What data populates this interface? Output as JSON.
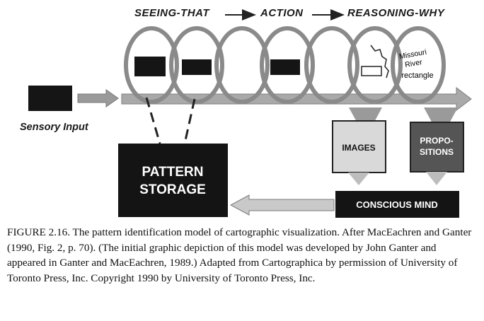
{
  "diagram": {
    "stages": [
      "SEEING-THAT",
      "ACTION",
      "REASONING-WHY"
    ],
    "sensory_input": "Sensory Input",
    "loop_text": [
      "Missouri",
      "River",
      "rectangle"
    ],
    "images_box": "IMAGES",
    "propositions_box": [
      "PROPO-",
      "SITIONS"
    ],
    "pattern_storage": [
      "PATTERN",
      "STORAGE"
    ],
    "conscious_mind": "CONSCIOUS MIND"
  },
  "caption": {
    "figure_label": "FIGURE 2.16.",
    "text": " The pattern identification model of cartographic visualization. After MacEachren and Ganter (1990, Fig. 2, p. 70). (The initial graphic depiction of this model was developed by John Ganter and appeared in Ganter and MacEachren, 1989.) Adapted from Cartographica by permission of University of Toronto Press, Inc. Copyright 1990 by University of Toronto Press, Inc."
  },
  "colors": {
    "dark_box": "#141414",
    "images_box": "#d9d9d9",
    "propositions_box": "#555555",
    "arrow_gray": "#9a9a9a"
  }
}
